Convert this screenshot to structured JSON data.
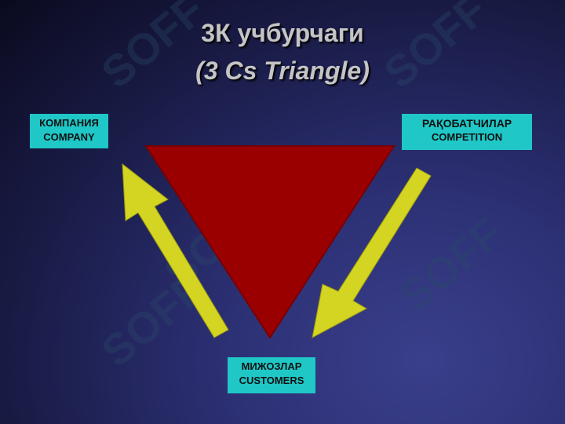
{
  "title": {
    "line1": "3К учбурчаги",
    "line2": "(3 Cs Triangle)"
  },
  "labels": {
    "company": {
      "line1": "КОМПАНИЯ",
      "line2": "COMPANY"
    },
    "competition": {
      "line1": "РАҚОБАТЧИЛАР",
      "line2": "COMPETITION"
    },
    "customers": {
      "line1": "МИЖОЗЛАР",
      "line2": "CUSTOMERS"
    }
  },
  "watermark": "SOFF",
  "colors": {
    "triangle": "#9b0000",
    "arrow": "#d4d422",
    "label_box": "#1fc7c7",
    "title": "#c4c4c4"
  },
  "icons": [
    "arrow-up-left-icon",
    "arrow-down-left-icon"
  ]
}
